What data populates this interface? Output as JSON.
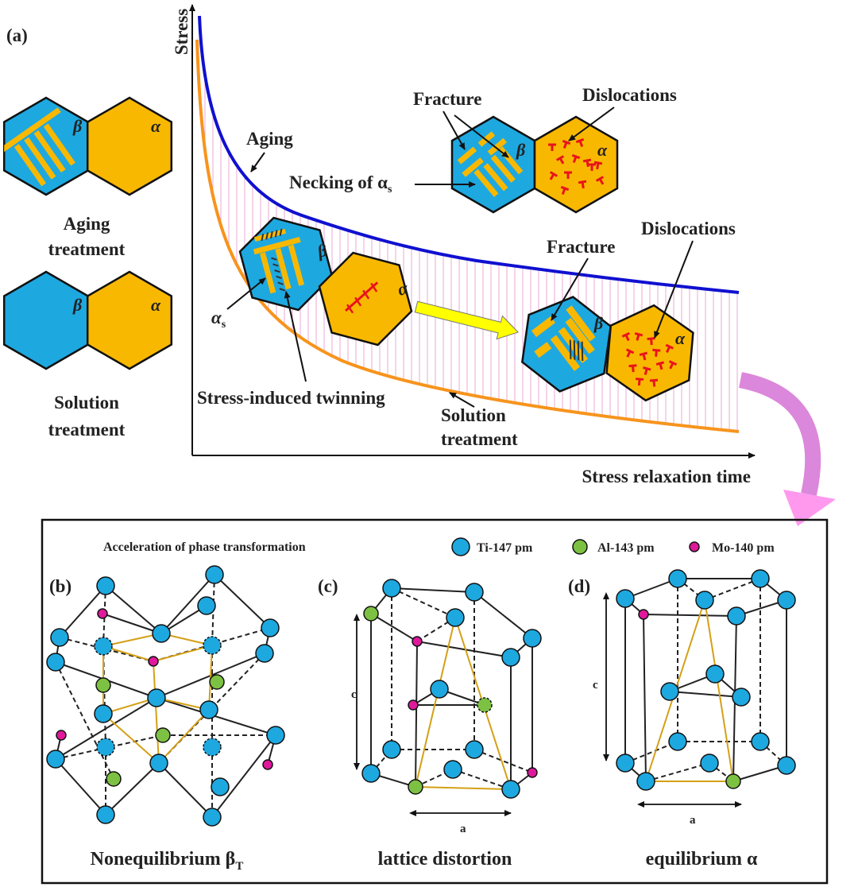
{
  "panel_a": {
    "label": "(a)",
    "y_axis": "Stress",
    "x_axis": "Stress relaxation time",
    "beta": "β",
    "alpha": "α",
    "left": {
      "aging_caption": [
        "Aging",
        "treatment"
      ],
      "solution_caption": [
        "Solution",
        "treatment"
      ]
    },
    "curves": {
      "aging": "Aging",
      "solution": [
        "Solution",
        "treatment"
      ]
    },
    "annotations": {
      "fracture": "Fracture",
      "dislocations": "Dislocations",
      "necking": "Necking of α",
      "necking_sub": "s",
      "alpha_s": "α",
      "alpha_s_sub": "s",
      "twinning": "Stress-induced twinning"
    }
  },
  "panel_bcd": {
    "title": "Acceleration of phase transformation",
    "legend": [
      {
        "label": "Ti-147 pm",
        "color": "#1ea8e0"
      },
      {
        "label": "Al-143 pm",
        "color": "#7dc142"
      },
      {
        "label": "Mo-140 pm",
        "color": "#e0189c"
      }
    ],
    "b": {
      "label": "(b)",
      "caption": "Nonequilibrium β",
      "caption_sub": "T"
    },
    "c": {
      "label": "(c)",
      "caption": "lattice distortion",
      "c_axis": "c",
      "a_axis": "a"
    },
    "d": {
      "label": "(d)",
      "caption": "equilibrium α",
      "c_axis": "c",
      "a_axis": "a"
    }
  },
  "colors": {
    "beta_phase": "#1ea8e0",
    "alpha_phase": "#f9b800",
    "aging_curve": "#1010d0",
    "solution_curve": "#f7941d",
    "hatch": "#e8a8d8",
    "dislocation": "#e8141c",
    "transition_arrow": "#ffff00",
    "link_arrow": "#d77ad7",
    "bond_highlight": "#d4a017"
  }
}
